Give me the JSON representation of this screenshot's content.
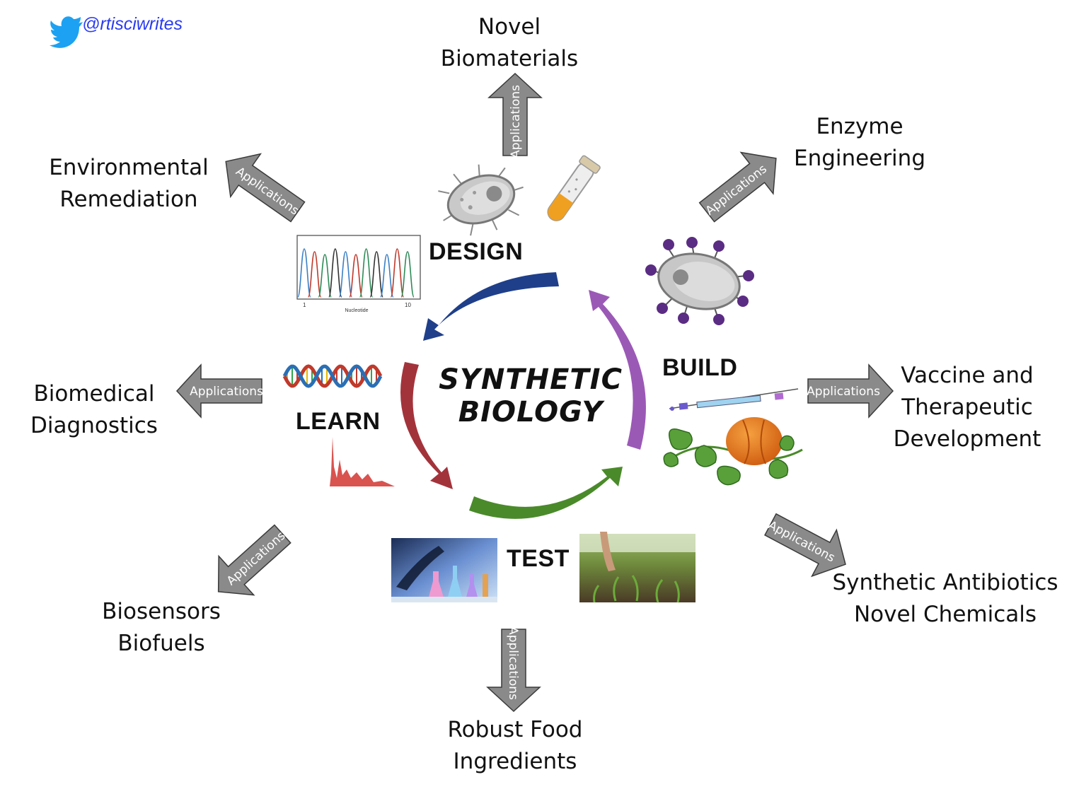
{
  "header": {
    "handle": "@rtisciwrites",
    "icon": "twitter-bird-icon",
    "icon_color": "#1da1f2"
  },
  "center": {
    "title_line1": "SYNTHETIC",
    "title_line2": "BIOLOGY"
  },
  "phases": {
    "design": "DESIGN",
    "build": "BUILD",
    "test": "TEST",
    "learn": "LEARN"
  },
  "cycle_colors": {
    "design": "#1f3f8a",
    "build": "#9b59b6",
    "test": "#4a8a2a",
    "learn": "#a3333b"
  },
  "arrow_label": "Applications",
  "applications": {
    "top": [
      "Novel",
      "Biomaterials"
    ],
    "top_right": [
      "Enzyme",
      "Engineering"
    ],
    "right": [
      "Vaccine and",
      "Therapeutic",
      "Development"
    ],
    "bottom_right": [
      "Synthetic Antibiotics",
      "Novel Chemicals"
    ],
    "bottom": [
      "Robust Food",
      "Ingredients"
    ],
    "bottom_left": [
      "Biosensors",
      "Biofuels"
    ],
    "left": [
      "Biomedical",
      "Diagnostics"
    ],
    "top_left": [
      "Environmental",
      "Remediation"
    ]
  },
  "chromatogram": {
    "axis_start": "1",
    "axis_end": "10",
    "axis_label": "Nucleotide"
  },
  "icons": [
    "bacterium-icon",
    "test-tube-icon",
    "chromatogram-icon",
    "dna-helix-icon",
    "spectrum-peaks-icon",
    "engineered-cell-icon",
    "plasmid-construct-icon",
    "pumpkin-plant-icon",
    "lab-glassware-photo",
    "crop-field-photo"
  ]
}
